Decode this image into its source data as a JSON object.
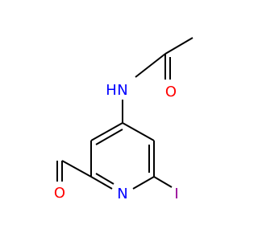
{
  "molecule": {
    "atoms": {
      "nh": {
        "text": "N",
        "sub": "H",
        "color": "#0000ff"
      },
      "o1": {
        "text": "O",
        "color": "#ff0000"
      },
      "n1": {
        "text": "N",
        "color": "#0000ff"
      },
      "i1": {
        "text": "I",
        "color": "#940094"
      },
      "o2": {
        "text": "O",
        "color": "#ff0000"
      }
    },
    "colors": {
      "bond": "#000000",
      "background": "#ffffff"
    }
  }
}
